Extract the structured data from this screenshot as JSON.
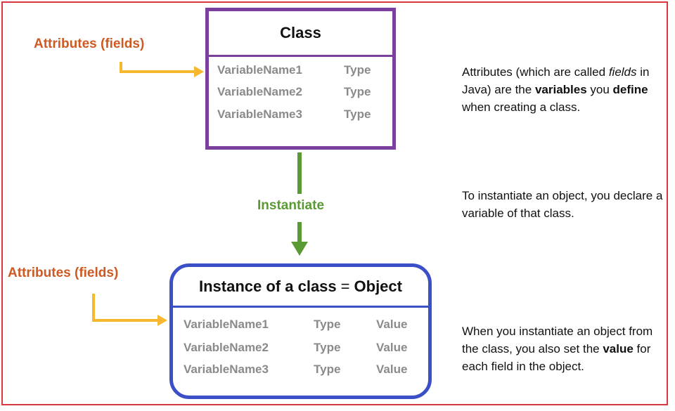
{
  "class_box": {
    "title": "Class",
    "rows": [
      {
        "name": "VariableName1",
        "type": "Type"
      },
      {
        "name": "VariableName2",
        "type": "Type"
      },
      {
        "name": "VariableName3",
        "type": "Type"
      }
    ]
  },
  "instantiate_label": "Instantiate",
  "object_box": {
    "title_part1": "Instance of a class",
    "title_eq": "=",
    "title_part2": "Object",
    "rows": [
      {
        "name": "VariableName1",
        "type": "Type",
        "value": "Value"
      },
      {
        "name": "VariableName2",
        "type": "Type",
        "value": "Value"
      },
      {
        "name": "VariableName3",
        "type": "Type",
        "value": "Value"
      }
    ]
  },
  "attr_label_top": "Attributes (fields)",
  "attr_label_bottom": "Attributes (fields)",
  "notes": {
    "note1": {
      "t1": "Attributes (which are called ",
      "t2": "fields",
      "t3": " in Java) are the ",
      "t4": "variables",
      "t5": " you ",
      "t6": "define",
      "t7": " when creating a class."
    },
    "note2": {
      "t1": "To instantiate an object, you declare a variable of that class."
    },
    "note3": {
      "t1": "When you instantiate an object from the class, you also set the ",
      "t2": "value",
      "t3": " for each field in the object."
    }
  },
  "colors": {
    "frame": "#d9393e",
    "class_border": "#7b3f9e",
    "object_border": "#3b4fc6",
    "attr_label": "#cc5a22",
    "instantiate": "#5a9a34",
    "yellow_arrow": "#f5b82e",
    "field_text": "#8a8a8a"
  }
}
